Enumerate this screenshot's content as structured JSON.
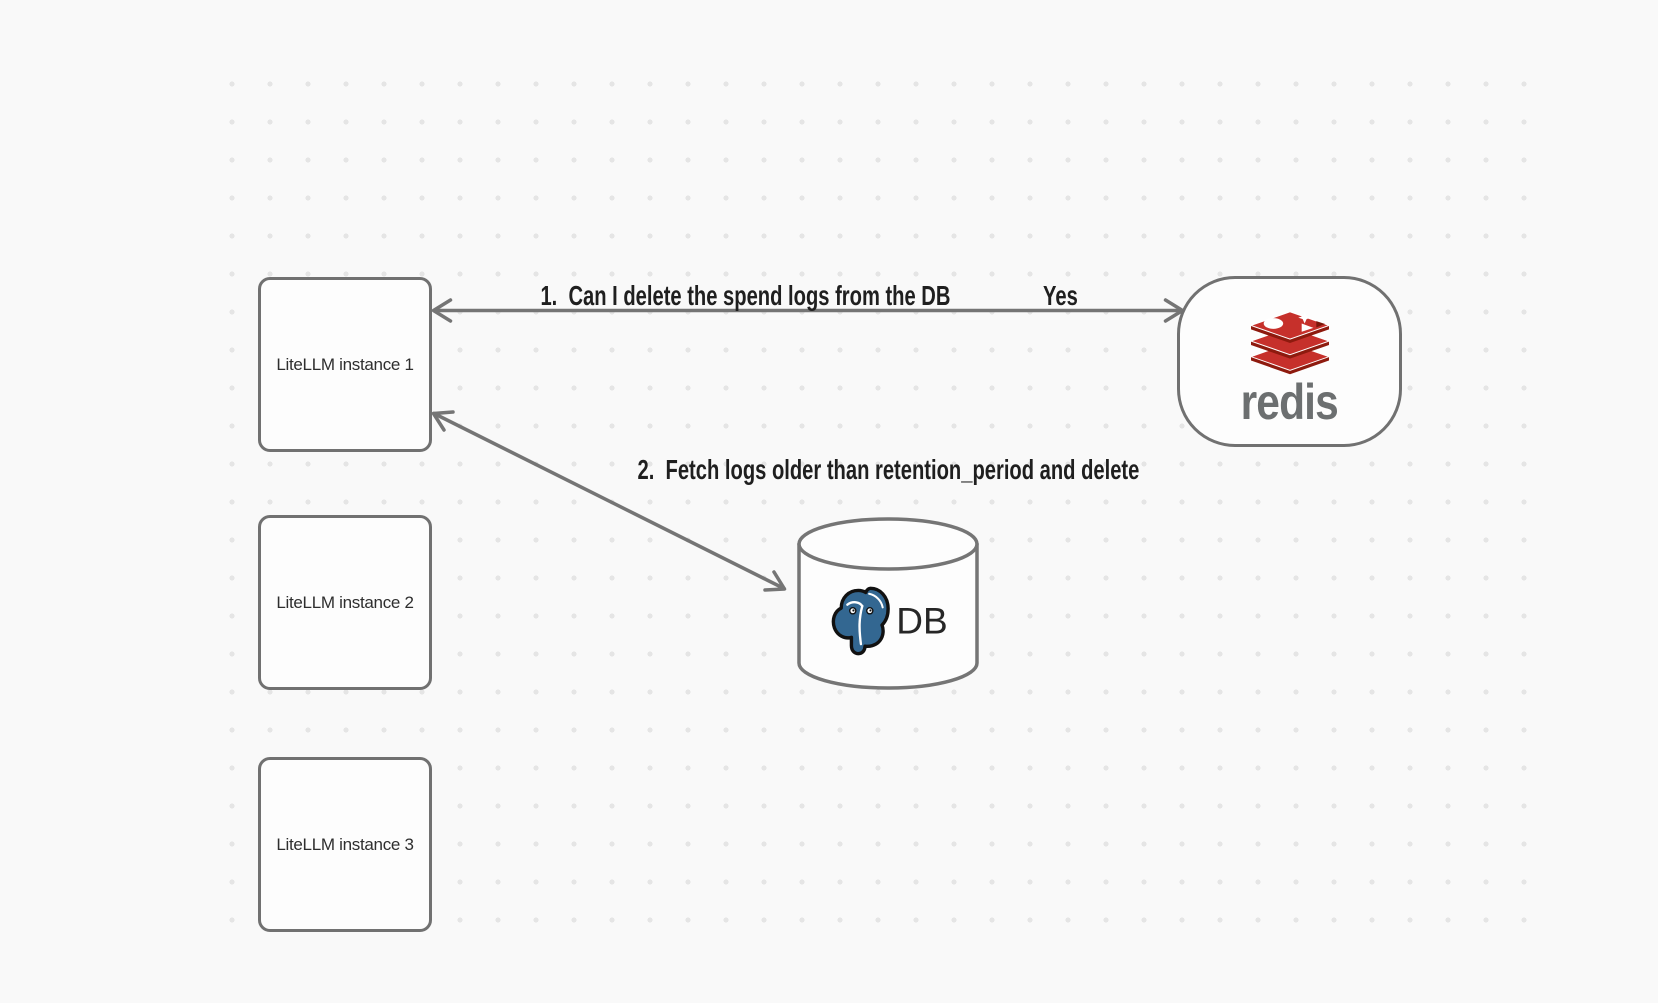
{
  "canvas": {
    "background_color": "#f9f9f9",
    "dot_color": "#e5e5e5",
    "stroke_color": "#757575",
    "label_color": "#1f1f1f"
  },
  "nodes": {
    "instances": [
      {
        "label": "LiteLLM instance 1"
      },
      {
        "label": "LiteLLM instance 2"
      },
      {
        "label": "LiteLLM instance 3"
      }
    ],
    "redis": {
      "wordmark": "redis",
      "logo": "redis-stacked-discs",
      "red": "#c6302b",
      "dark_red": "#8e1a0e",
      "wordmark_color": "#6c6f70"
    },
    "db": {
      "label": "DB",
      "logo": "postgresql-elephant",
      "postgres_blue": "#336791"
    }
  },
  "edges": [
    {
      "label": "1.  Can I delete the spend logs from the DB",
      "response": "Yes",
      "from": "redis",
      "to": "LiteLLM instance 1",
      "arrowheads": "both"
    },
    {
      "label": "2.  Fetch logs older than retention_period and delete",
      "from": "DB",
      "to": "LiteLLM instance 1",
      "arrowheads": "both"
    }
  ]
}
